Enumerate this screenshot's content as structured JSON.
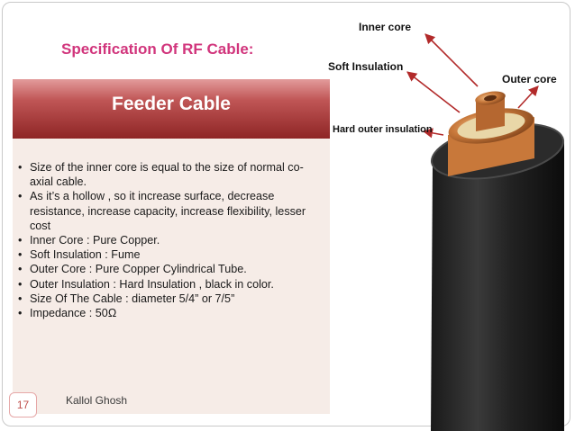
{
  "slide": {
    "title": "Specification Of RF Cable:",
    "header": "Feeder Cable",
    "bullets": [
      "Size of the inner core is equal to the size of normal co-axial cable.",
      "As it’s a hollow , so it increase surface, decrease resistance,  increase capacity, increase flexibility, lesser cost",
      "Inner Core : Pure Copper.",
      "Soft  Insulation :  Fume",
      "Outer Core : Pure Copper Cylindrical Tube.",
      "Outer Insulation :  Hard Insulation , black in color.",
      "Size Of The Cable : diameter 5/4”  or 7/5”",
      "Impedance : 50Ω"
    ],
    "page_number": "17",
    "author": "Kallol Ghosh"
  },
  "diagram": {
    "labels": {
      "inner_core": "Inner core",
      "soft_insulation": "Soft Insulation",
      "outer_core": "Outer core",
      "hard_outer_insulation": "Hard outer insulation"
    }
  },
  "colors": {
    "title": "#d1357c",
    "header_dark": "#8e2525",
    "header_light": "#e39b9b",
    "panel": "#f6ece7",
    "arrow": "#b22a2a",
    "copper": "#c8783a"
  }
}
